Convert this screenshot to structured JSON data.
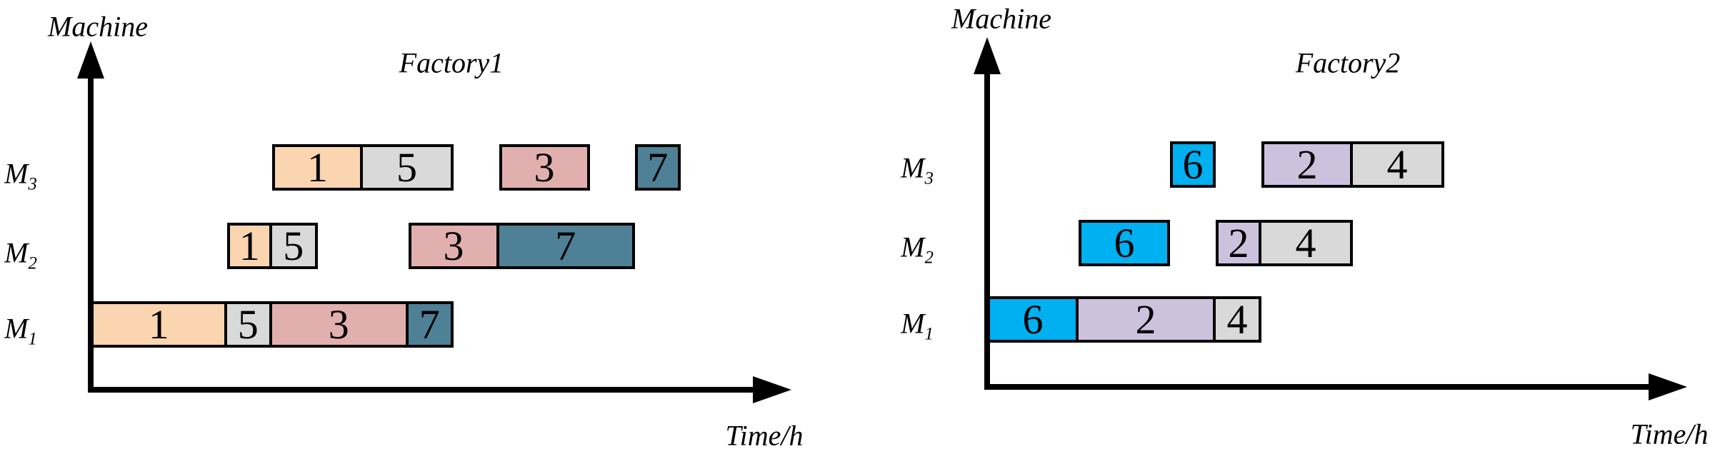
{
  "job_colors": {
    "1": "#FAD5B0",
    "2": "#CCC2DE",
    "3": "#E2AFAF",
    "4": "#D9D9D9",
    "5": "#D9D9D9",
    "6": "#00B0F0",
    "7": "#4E8096"
  },
  "chart_data": [
    {
      "type": "bar",
      "variant": "gantt",
      "title": "Factory1",
      "xlabel": "Time/h",
      "ylabel": "Machine",
      "xlim": [
        0,
        15
      ],
      "grid": false,
      "legend": "none",
      "machines": [
        {
          "label": "M",
          "subscript": "1"
        },
        {
          "label": "M",
          "subscript": "2"
        },
        {
          "label": "M",
          "subscript": "3"
        }
      ],
      "tasks": [
        {
          "machine": "M1",
          "job": "1",
          "start": 0,
          "end": 3
        },
        {
          "machine": "M1",
          "job": "5",
          "start": 3,
          "end": 4
        },
        {
          "machine": "M1",
          "job": "3",
          "start": 4,
          "end": 7
        },
        {
          "machine": "M1",
          "job": "7",
          "start": 7,
          "end": 8
        },
        {
          "machine": "M2",
          "job": "1",
          "start": 3,
          "end": 4
        },
        {
          "machine": "M2",
          "job": "5",
          "start": 4,
          "end": 5
        },
        {
          "machine": "M2",
          "job": "3",
          "start": 7,
          "end": 9
        },
        {
          "machine": "M2",
          "job": "7",
          "start": 9,
          "end": 12
        },
        {
          "machine": "M3",
          "job": "1",
          "start": 4,
          "end": 6
        },
        {
          "machine": "M3",
          "job": "5",
          "start": 6,
          "end": 8
        },
        {
          "machine": "M3",
          "job": "3",
          "start": 9,
          "end": 11
        },
        {
          "machine": "M3",
          "job": "7",
          "start": 12,
          "end": 13
        }
      ]
    },
    {
      "type": "bar",
      "variant": "gantt",
      "title": "Factory2",
      "xlabel": "Time/h",
      "ylabel": "Machine",
      "xlim": [
        0,
        15
      ],
      "grid": false,
      "legend": "none",
      "machines": [
        {
          "label": "M",
          "subscript": "1"
        },
        {
          "label": "M",
          "subscript": "2"
        },
        {
          "label": "M",
          "subscript": "3"
        }
      ],
      "tasks": [
        {
          "machine": "M1",
          "job": "6",
          "start": 0,
          "end": 2
        },
        {
          "machine": "M1",
          "job": "2",
          "start": 2,
          "end": 5
        },
        {
          "machine": "M1",
          "job": "4",
          "start": 5,
          "end": 6
        },
        {
          "machine": "M2",
          "job": "6",
          "start": 2,
          "end": 4
        },
        {
          "machine": "M2",
          "job": "2",
          "start": 5,
          "end": 6
        },
        {
          "machine": "M2",
          "job": "4",
          "start": 6,
          "end": 8
        },
        {
          "machine": "M3",
          "job": "6",
          "start": 4,
          "end": 5
        },
        {
          "machine": "M3",
          "job": "2",
          "start": 6,
          "end": 8
        },
        {
          "machine": "M3",
          "job": "4",
          "start": 8,
          "end": 10
        }
      ]
    }
  ]
}
